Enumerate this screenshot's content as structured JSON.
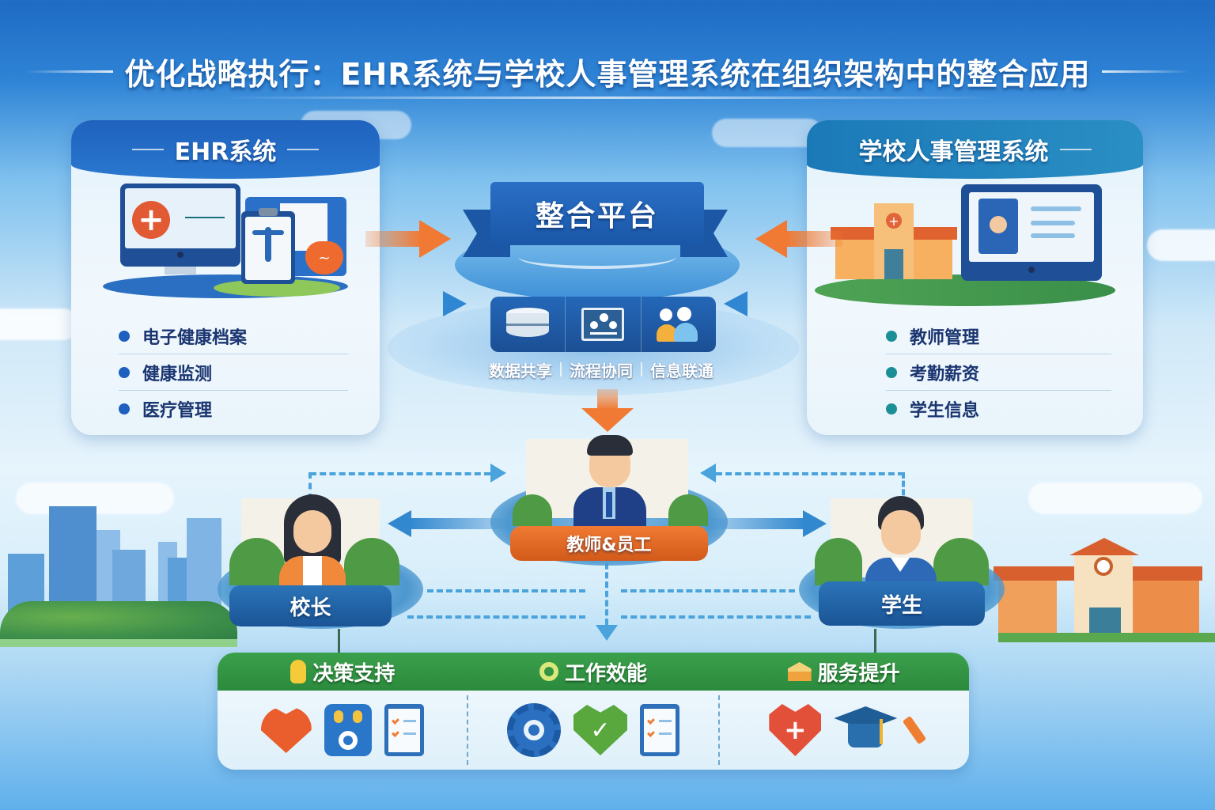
{
  "title": "优化战略执行：EHR系统与学校人事管理系统在组织架构中的整合应用",
  "ehr_panel": {
    "heading": "EHR系统",
    "items": [
      {
        "label": "电子健康档案"
      },
      {
        "label": "健康监测"
      },
      {
        "label": "医疗管理"
      }
    ],
    "bullet_color": "#1f5fbf",
    "icons": [
      "monitor-medical-cross-icon",
      "clipboard-caduceus-icon",
      "heart-pulse-icon"
    ]
  },
  "school_panel": {
    "heading": "学校人事管理系统",
    "items": [
      {
        "label": "教师管理"
      },
      {
        "label": "考勤薪资"
      },
      {
        "label": "学生信息"
      }
    ],
    "bullet_color": "#1a8f96",
    "icons": [
      "school-building-icon",
      "monitor-profile-icon"
    ]
  },
  "platform": {
    "heading": "整合平台",
    "features": [
      {
        "label": "数据共享",
        "icon": "database-icon"
      },
      {
        "label": "流程协同",
        "icon": "collaboration-board-icon"
      },
      {
        "label": "信息联通",
        "icon": "users-icon"
      }
    ]
  },
  "roles": {
    "center": {
      "label": "教师&员工"
    },
    "left": {
      "label": "校长"
    },
    "right": {
      "label": "学生"
    }
  },
  "benefits": [
    {
      "label": "决策支持",
      "header_icon": "lightbulb-icon",
      "icons": [
        "heart-pulse-icon",
        "ideas-gear-icon",
        "checklist-icon"
      ]
    },
    {
      "label": "工作效能",
      "header_icon": "gear-icon",
      "icons": [
        "gear-icon",
        "heart-check-icon",
        "checklist-icon"
      ]
    },
    {
      "label": "服务提升",
      "header_icon": "graduation-cap-icon",
      "icons": [
        "heart-cross-icon",
        "graduation-cap-icon"
      ]
    }
  ],
  "colors": {
    "primary_blue": "#1f62be",
    "teal_blue": "#1b79b8",
    "orange": "#f07a33",
    "green": "#2c8a3d",
    "text_dark": "#1a3570"
  }
}
